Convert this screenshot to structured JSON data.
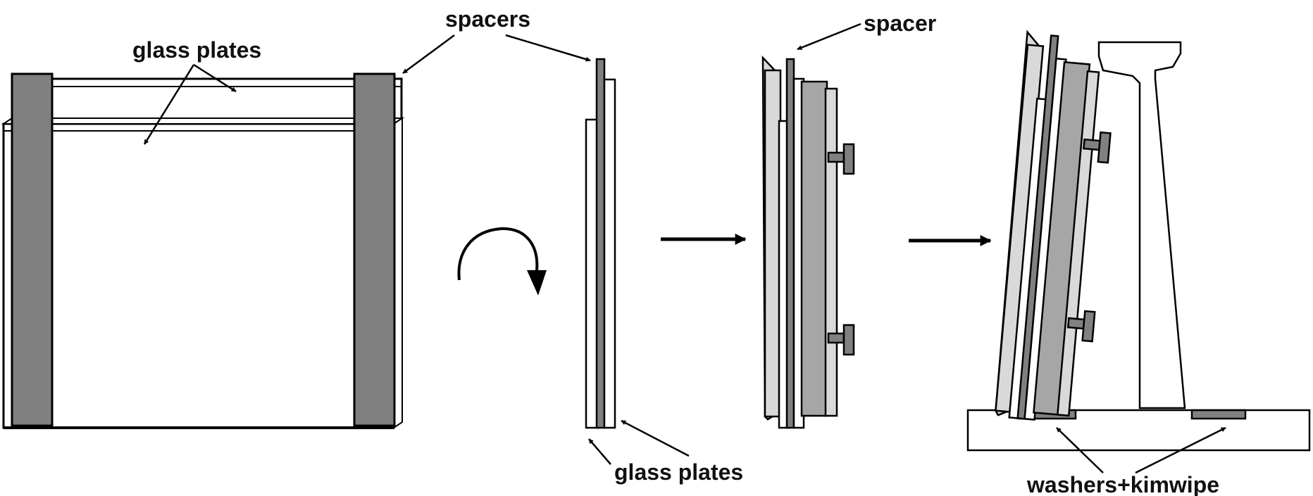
{
  "labels": {
    "spacers": "spacers",
    "spacer": "spacer",
    "glass_plates_top": "glass plates",
    "glass_plates_bottom": "glass plates",
    "washers_kimwipe": "washers+kimwipe"
  },
  "colors": {
    "outline": "#000000",
    "spacer_dark": "#808080",
    "clamp_gray": "#a6a6a6",
    "light_gray": "#d9d9d9",
    "glass_white": "#ffffff"
  },
  "icons": {
    "rotate": "curved-arrow-icon",
    "step": "right-arrow-icon"
  }
}
